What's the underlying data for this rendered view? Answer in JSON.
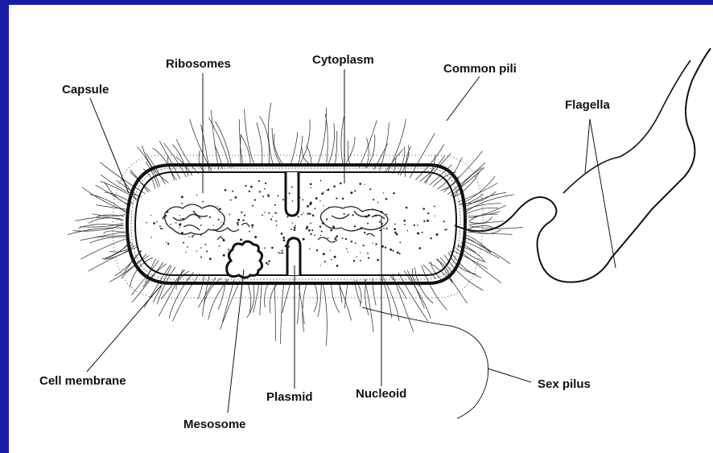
{
  "diagram": {
    "labels": {
      "capsule": "Capsule",
      "ribosomes": "Ribosomes",
      "cytoplasm": "Cytoplasm",
      "common_pili": "Common pili",
      "flagella": "Flagella",
      "cell_membrane": "Cell membrane",
      "mesosome": "Mesosome",
      "plasmid": "Plasmid",
      "nucleoid": "Nucleoid",
      "sex_pilus": "Sex pilus"
    },
    "colors": {
      "frame": "#1a1aa8",
      "background": "#ffffff",
      "ink": "#111111"
    }
  }
}
